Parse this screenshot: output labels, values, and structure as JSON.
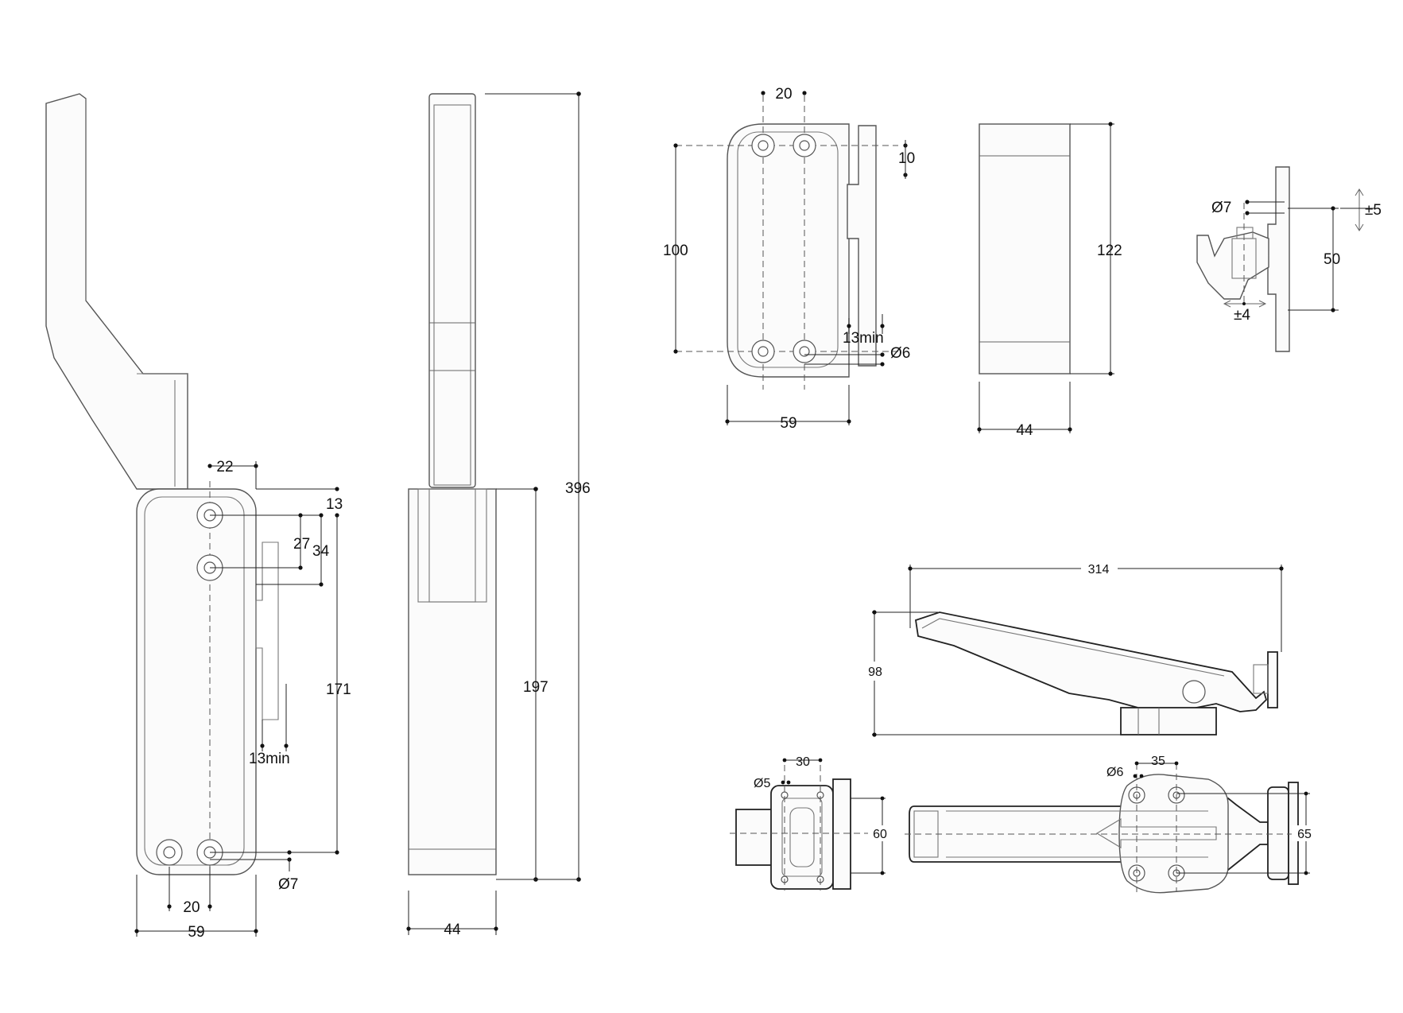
{
  "views": {
    "front": {
      "width": "59",
      "hole_pitch": "20",
      "handle_offset": "22",
      "top_hole_offset": "13",
      "hole_spacing_a": "27",
      "hole_spacing_b": "34",
      "hole_span": "171",
      "clearance": "13min",
      "hole_diameter": "Ø7"
    },
    "side": {
      "total_height": "396",
      "body_height": "197",
      "depth": "44"
    },
    "strike_front": {
      "hole_pitch": "20",
      "offset": "10",
      "height": "100",
      "clearance": "13min",
      "hole_diameter": "Ø6",
      "width": "59"
    },
    "strike_side": {
      "height": "122",
      "depth": "44"
    },
    "strike_adjust": {
      "hole_diameter": "Ø7",
      "vertical_adjust": "±5",
      "span": "50",
      "horizontal_adjust": "±4"
    },
    "lever_side": {
      "length": "314",
      "height": "98"
    },
    "lever_plan": {
      "hole_a_diameter": "Ø5",
      "spacing_a": "30",
      "width_a": "60",
      "hole_b_diameter": "Ø6",
      "spacing_b": "35",
      "width_b": "65"
    }
  }
}
